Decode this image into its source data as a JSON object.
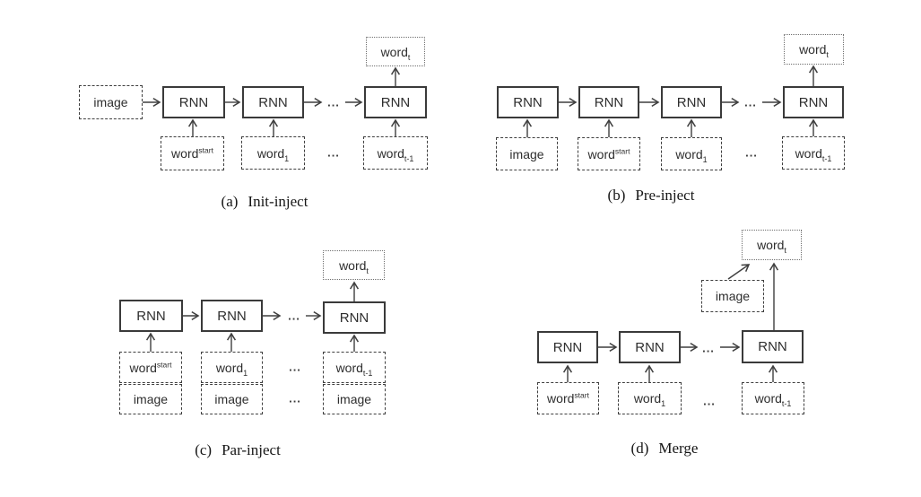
{
  "colors": {
    "background": "#ffffff",
    "line": "#3f3f3f",
    "solid_box_border": "#3a3a3a",
    "dashed_box_border": "#3f3f3f",
    "dotted_box_border": "#6f6f6f",
    "box_text": "#2e2e2e",
    "caption_text": "#161616"
  },
  "labels": {
    "rnn": "RNN",
    "image": "image",
    "word": "word",
    "sup_start": "start",
    "sub_1": "1",
    "sub_t": "t",
    "sub_t_minus_1": "t-1",
    "ellipsis": "..."
  },
  "captions": {
    "a": {
      "tag": "(a)",
      "title": "Init-inject"
    },
    "b": {
      "tag": "(b)",
      "title": "Pre-inject"
    },
    "c": {
      "tag": "(c)",
      "title": "Par-inject"
    },
    "d": {
      "tag": "(d)",
      "title": "Merge"
    }
  }
}
